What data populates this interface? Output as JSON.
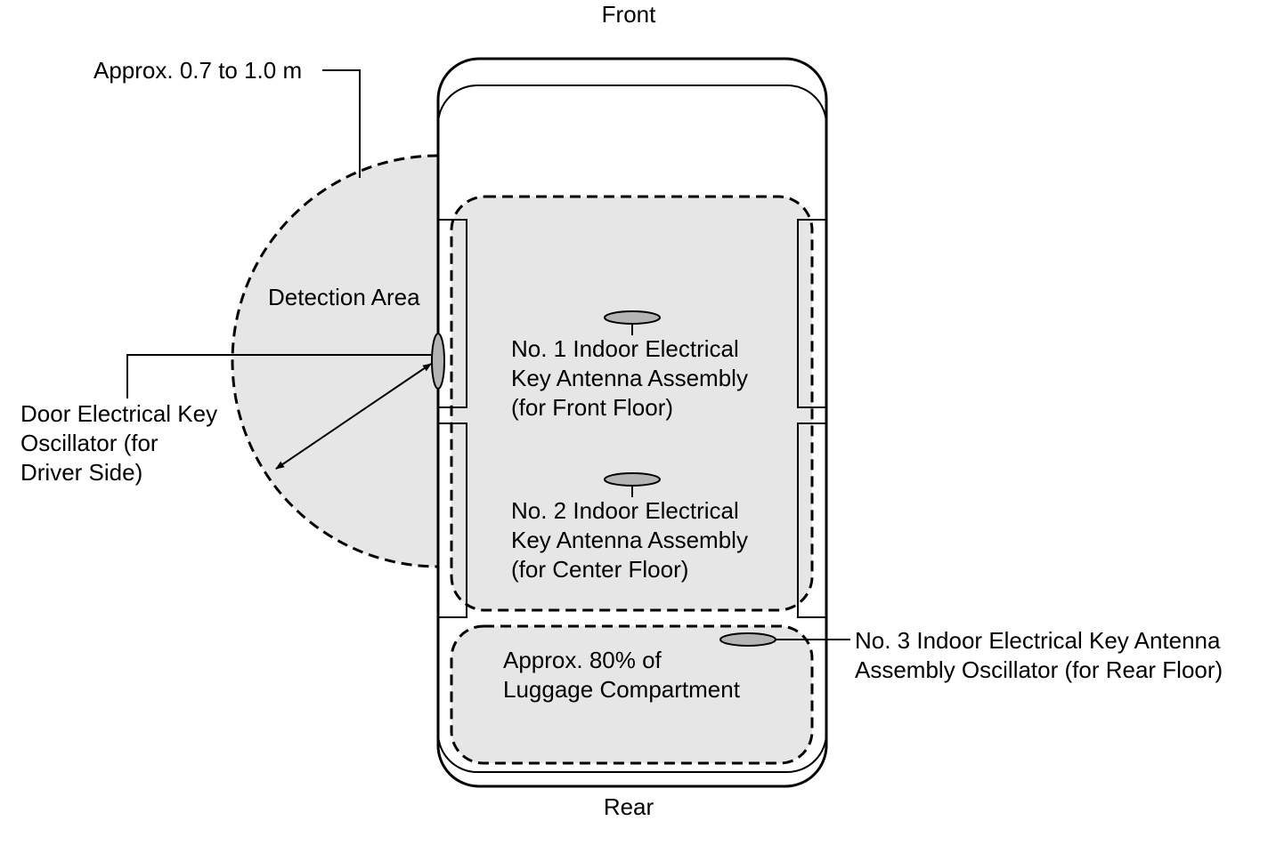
{
  "labels": {
    "front": "Front",
    "rear": "Rear",
    "range": "Approx. 0.7 to 1.0 m",
    "detection_area": "Detection Area",
    "door_oscillator": [
      "Door Electrical Key",
      "Oscillator (for",
      "Driver Side)"
    ],
    "antenna_1": [
      "No. 1 Indoor Electrical",
      "Key Antenna Assembly",
      "(for Front Floor)"
    ],
    "antenna_2": [
      "No. 2 Indoor Electrical",
      "Key Antenna Assembly",
      "(for Center Floor)"
    ],
    "luggage": [
      "Approx. 80% of",
      "Luggage Compartment"
    ],
    "antenna_3": [
      "No. 3 Indoor Electrical Key Antenna",
      "Assembly Oscillator (for Rear Floor)"
    ]
  },
  "colors": {
    "line": "#000000",
    "area_fill": "#e6e6e6",
    "component_fill": "#b4b4b4",
    "background": "#ffffff"
  }
}
